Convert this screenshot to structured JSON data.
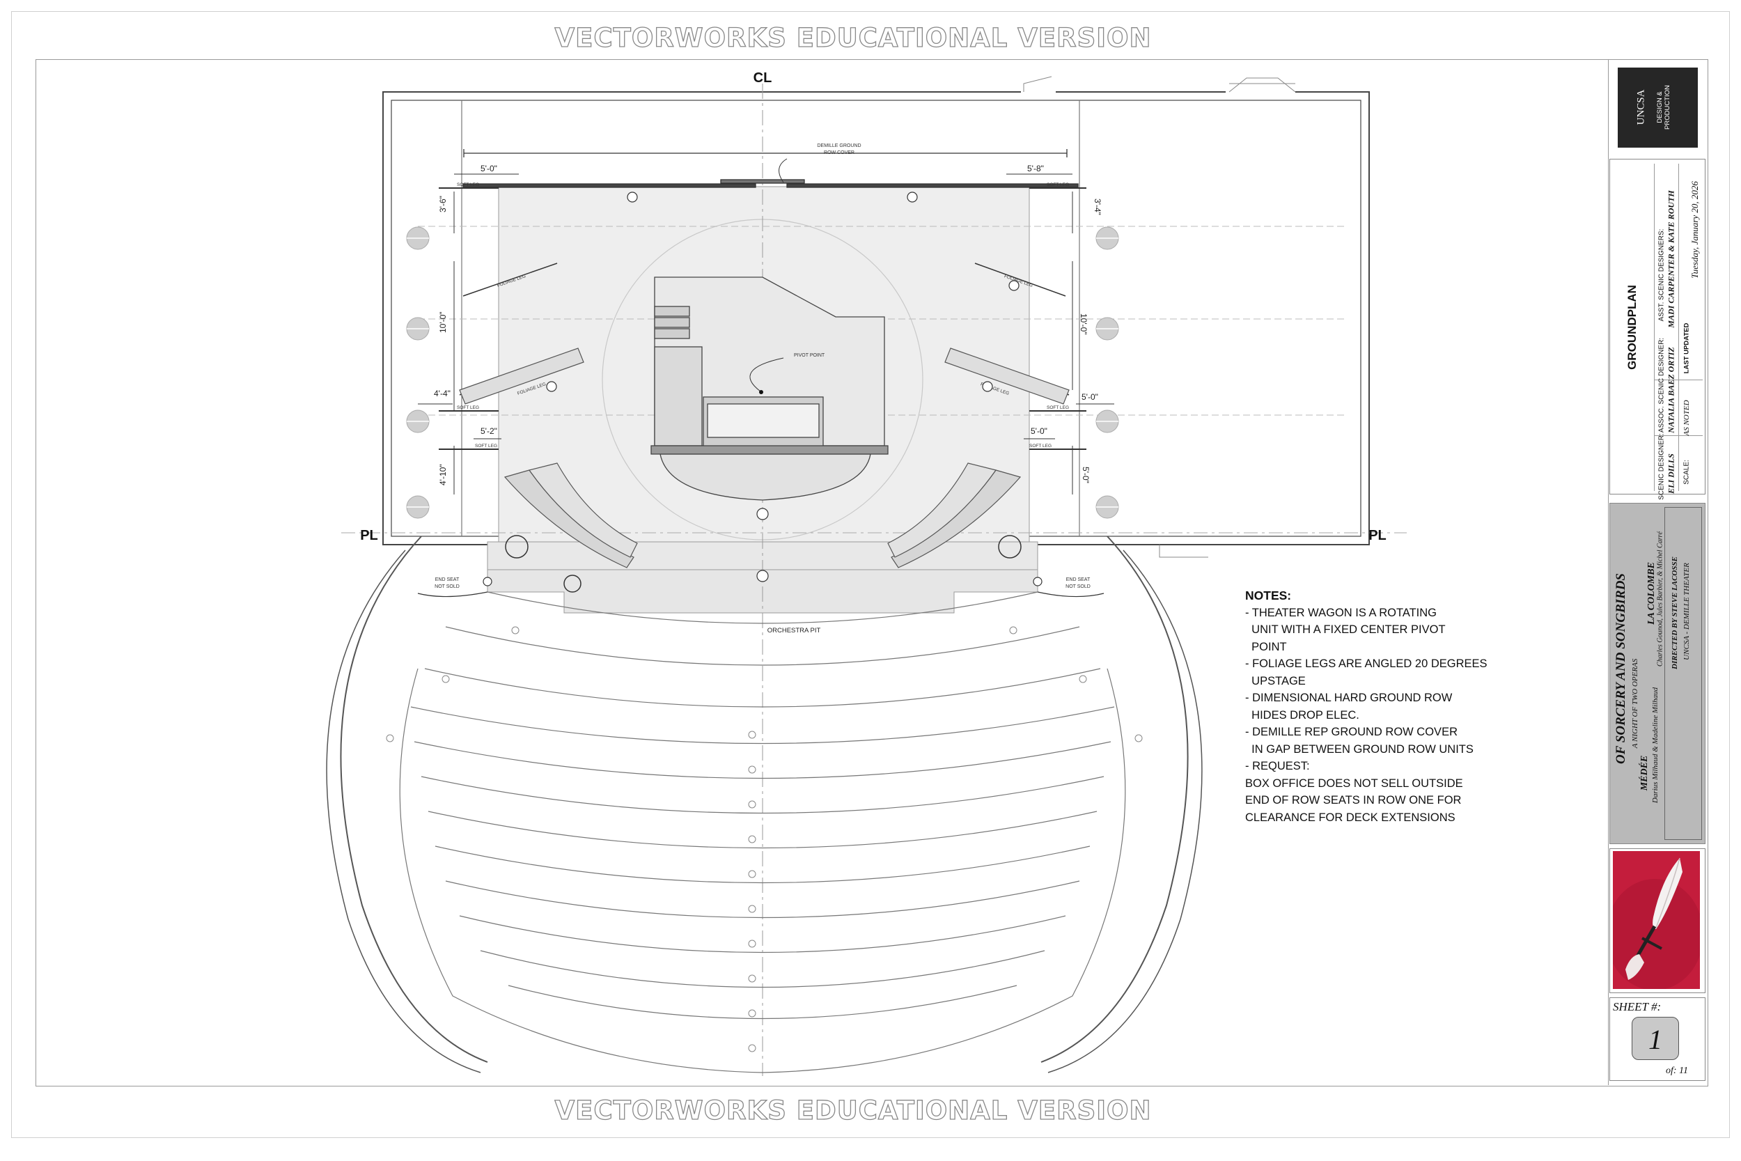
{
  "watermark": "VECTORWORKS EDUCATIONAL VERSION",
  "plan": {
    "centerline": "CL",
    "plaster_line": "PL",
    "orchestra_pit": "ORCHESTRA PIT",
    "pivot_point": "PIVOT POINT",
    "demille_cover_1": "DEMILLE GROUND",
    "demille_cover_2": "ROW COVER",
    "soft_leg": "SOFT LEG",
    "foliage_leg": "FOLIAGE LEG",
    "end_seat_1": "END SEAT",
    "end_seat_2": "NOT SOLD",
    "dims": {
      "us_left": "5'-0\"",
      "us_right": "5'-8\"",
      "left_a": "3'-6\"",
      "left_b": "10'-0\"",
      "left_c": "4'-4\"",
      "left_d": "5'-2\"",
      "left_e": "4'-10\"",
      "right_a": "3'-4\"",
      "right_b": "10'-0\"",
      "right_c": "5'-0\"",
      "right_d": "5'-0\"",
      "right_e": "5'-0\""
    }
  },
  "notes": {
    "heading": "NOTES:",
    "lines": [
      "- THEATER WAGON IS A ROTATING",
      "  UNIT WITH A FIXED CENTER PIVOT",
      "  POINT",
      "- FOLIAGE LEGS ARE ANGLED 20 DEGREES",
      "  UPSTAGE",
      "- DIMENSIONAL HARD GROUND ROW",
      "  HIDES DROP ELEC.",
      "- DEMILLE REP GROUND ROW COVER",
      "  IN GAP BETWEEN GROUND ROW UNITS",
      "- REQUEST:",
      "BOX OFFICE DOES NOT SELL OUTSIDE",
      "END OF ROW SEATS IN ROW ONE FOR",
      "CLEARANCE FOR DECK EXTENSIONS"
    ]
  },
  "titleblock": {
    "logo_main": "UNCSA",
    "logo_sub1": "DESIGN &",
    "logo_sub2": "PRODUCTION",
    "drawing_title": "GROUNDPLAN",
    "scenic_designer_label": "SCENIC DESIGNER:",
    "scenic_designer": "ELI DILLS",
    "assoc_label": "ASSOC. SCENIC DESIGNER:",
    "assoc": "NATALIA BAEZ ORTIZ",
    "asst_label": "ASST. SCENIC DESIGNERS:",
    "asst": "MADI CARPENTER & KATE ROUTH",
    "scale_label": "SCALE:",
    "scale": "AS NOTED",
    "updated_label": "LAST UPDATED",
    "updated": "Tuesday, January 20, 2026",
    "show_title": "OF SORCERY AND SONGBIRDS",
    "show_subtitle": "A NIGHT OF TWO OPERAS",
    "opera1": "MÉDÉE",
    "opera1_credit": "Darius Milhaud & Madeline Milhaud",
    "opera2": "LA COLOMBE",
    "opera2_credit": "Charles Gounod, Jules Barbier, & Michel Carré",
    "director": "DIRECTED BY STEVE LACOSSE",
    "venue": "UNCSA - DEMILLE THEATER",
    "sheet_label": "SHEET #:",
    "sheet_number": "1",
    "sheet_of": "of: 11"
  }
}
